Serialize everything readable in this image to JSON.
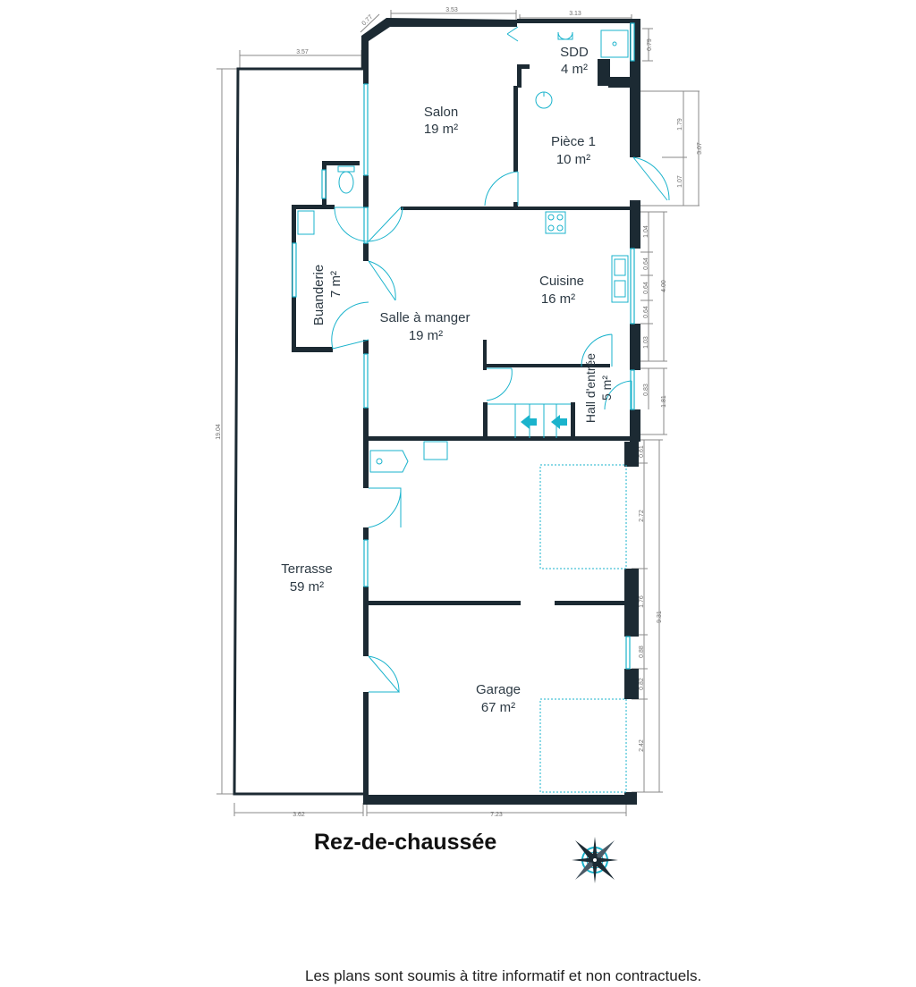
{
  "floor_title": "Rez-de-chaussée",
  "disclaimer": "Les plans sont soumis à titre informatif et non contractuels.",
  "rooms": {
    "sdd": {
      "name": "SDD",
      "area": "4 m²"
    },
    "salon": {
      "name": "Salon",
      "area": "19 m²"
    },
    "piece1": {
      "name": "Pièce 1",
      "area": "10 m²"
    },
    "cuisine": {
      "name": "Cuisine",
      "area": "16 m²"
    },
    "salle_a_manger": {
      "name": "Salle à manger",
      "area": "19 m²"
    },
    "buanderie": {
      "name": "Buanderie",
      "area": "7 m²"
    },
    "hall": {
      "name": "Hall d'entrée",
      "area": "5 m²"
    },
    "terrasse": {
      "name": "Terrasse",
      "area": "59 m²"
    },
    "garage": {
      "name": "Garage",
      "area": "67 m²"
    }
  },
  "dimensions": {
    "top_salon": "3.53",
    "top_sdd": "3.13",
    "diagonal": "0.77",
    "top_terrasse": "3.57",
    "right_sdd": "0.79",
    "right_piece_a": "1.79",
    "right_piece_b": "1.07",
    "right_piece_total": "3.07",
    "right_kitchen_1": "1.04",
    "right_kitchen_2": "0.64",
    "right_kitchen_3": "0.64",
    "right_kitchen_4": "0.64",
    "right_kitchen_5": "1.03",
    "right_kitchen_total": "4.00",
    "right_hall_1": "0.83",
    "right_hall_total": "1.81",
    "right_garage_1": "0.61",
    "right_garage_2": "2.72",
    "right_garage_3": "1.76",
    "right_garage_4": "0.88",
    "right_garage_5": "0.82",
    "right_garage_6": "2.42",
    "right_garage_total": "9.31",
    "left_total": "19.04",
    "bottom_terrasse": "3.62",
    "bottom_garage": "7.23"
  }
}
